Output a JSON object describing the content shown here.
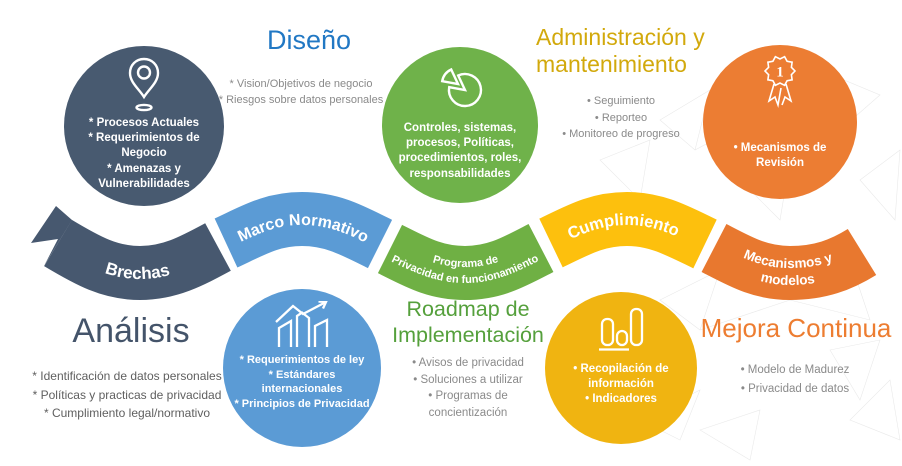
{
  "top": {
    "process_circle": {
      "icon": "location-pin-icon",
      "items": [
        "* Procesos Actuales",
        "* Requerimientos de Negocio",
        "* Amenazas y Vulnerabilidades"
      ]
    },
    "diseno": {
      "title": "Diseño",
      "bullets": [
        "* Vision/Objetivos de negocio",
        "* Riesgos sobre datos personales"
      ]
    },
    "controls_circle": {
      "icon": "pie-chart-icon",
      "text": "Controles, sistemas, procesos, Políticas, procedimientos, roles, responsabilidades"
    },
    "admin": {
      "title": "Administración y mantenimiento",
      "bullets": [
        "• Seguimiento",
        "• Reporteo",
        "• Monitoreo de progreso"
      ]
    },
    "review_circle": {
      "icon": "award-ribbon-icon",
      "text": "• Mecanismos de Revisión"
    }
  },
  "ribbon": {
    "segments": [
      {
        "label": "Brechas",
        "color": "#47586f"
      },
      {
        "label": "Marco Normativo",
        "color": "#5b9bd5"
      },
      {
        "label_line1": "Programa de",
        "label_line2": "Privacidad en funcionamiento",
        "color": "#6fb044"
      },
      {
        "label": "Cumplimiento",
        "color": "#fdc00d"
      },
      {
        "label_line1": "Mecanismos y",
        "label_line2": "modelos",
        "color": "#e8782f"
      }
    ]
  },
  "bottom": {
    "analisis": {
      "title": "Análisis",
      "bullets": [
        "* Identificación de datos personales",
        "* Políticas y practicas de privacidad",
        "* Cumplimiento legal/normativo"
      ]
    },
    "law_circle": {
      "icon": "buildings-growth-icon",
      "items": [
        "* Requerimientos de ley",
        "* Estándares internacionales",
        "* Principios de Privacidad"
      ]
    },
    "roadmap": {
      "title": "Roadmap de Implementación",
      "bullets": [
        "• Avisos de privacidad",
        "• Soluciones a utilizar",
        "• Programas de concientización"
      ]
    },
    "data_circle": {
      "icon": "bar-chart-icon",
      "items": [
        "• Recopilación de información",
        "• Indicadores"
      ]
    },
    "mejora": {
      "title": "Mejora Continua",
      "bullets": [
        "• Modelo de Madurez",
        "• Privacidad de datos"
      ]
    }
  },
  "colors": {
    "dark_circle": "#485a70",
    "green_circle": "#6fb24a",
    "orange_circle": "#ec7d33",
    "blue_circle": "#5b9bd5",
    "yellow_circle": "#f0b411",
    "heading_blue": "#2178c4",
    "heading_gold": "#d2a90c",
    "heading_green": "#55a03c",
    "heading_orange": "#ed7d31",
    "heading_dark": "#44546a",
    "bullet_gray": "#8a8a8a"
  }
}
